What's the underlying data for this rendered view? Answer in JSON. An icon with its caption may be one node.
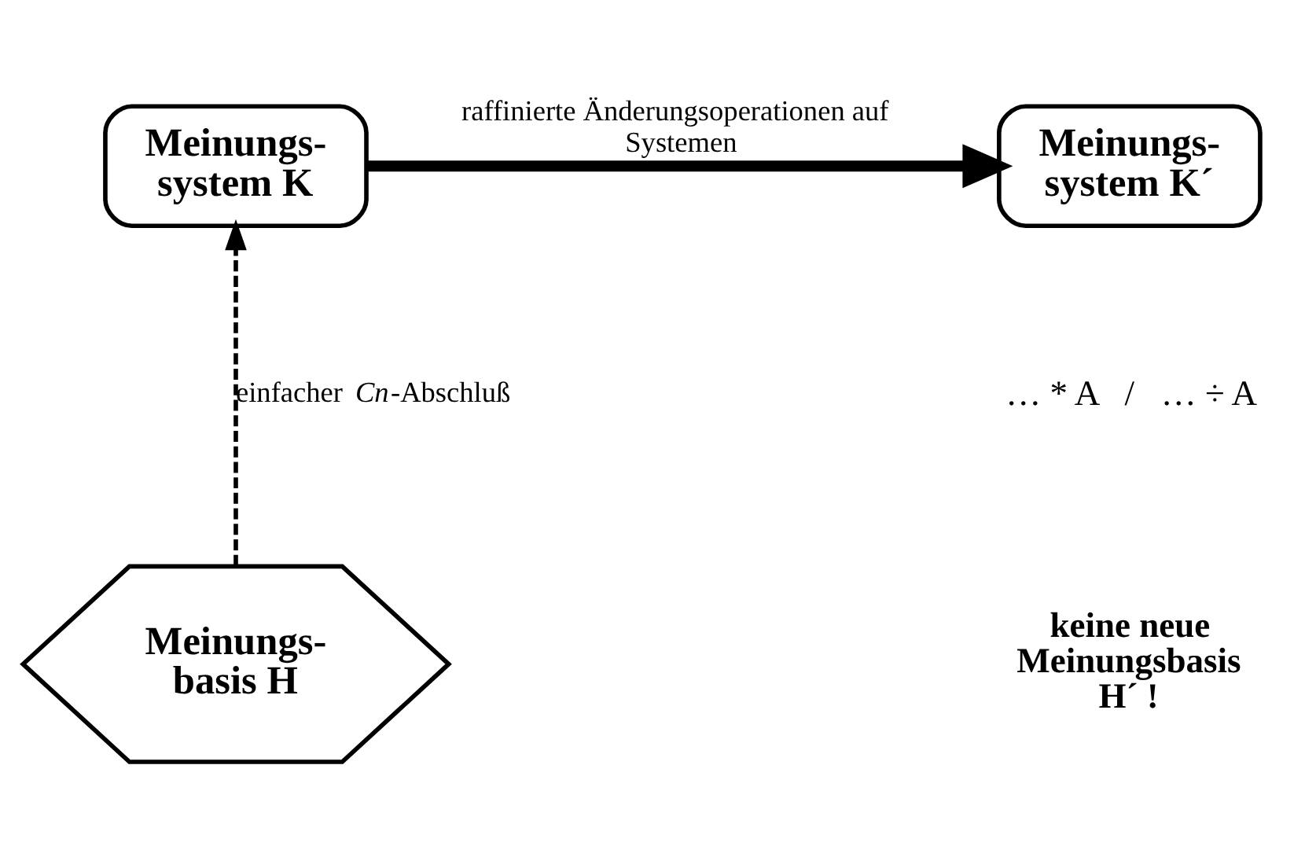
{
  "diagram": {
    "nodes": [
      {
        "text": [
          "Meinungs- system K"
        ]
      },
      {
        "text": [
          "Meinungs- system K´"
        ]
      },
      {
        "text": [
          "Meinungs- basis H"
        ]
      }
    ],
    "edges": [
      {
        "from": 0,
        "to": 1,
        "arrow": "to",
        "style": "thick",
        "label": "raffinierte Änderungsoperationen auf Systemen"
      },
      {
        "from": 2,
        "to": 0,
        "arrow": "to",
        "style": "dashed",
        "label": "einfacher *Cn*-Abschluß"
      }
    ],
    "labels": [
      "… * A   /   … ÷ A",
      "keine neue Meinungsbasis H´ !"
    ]
  }
}
